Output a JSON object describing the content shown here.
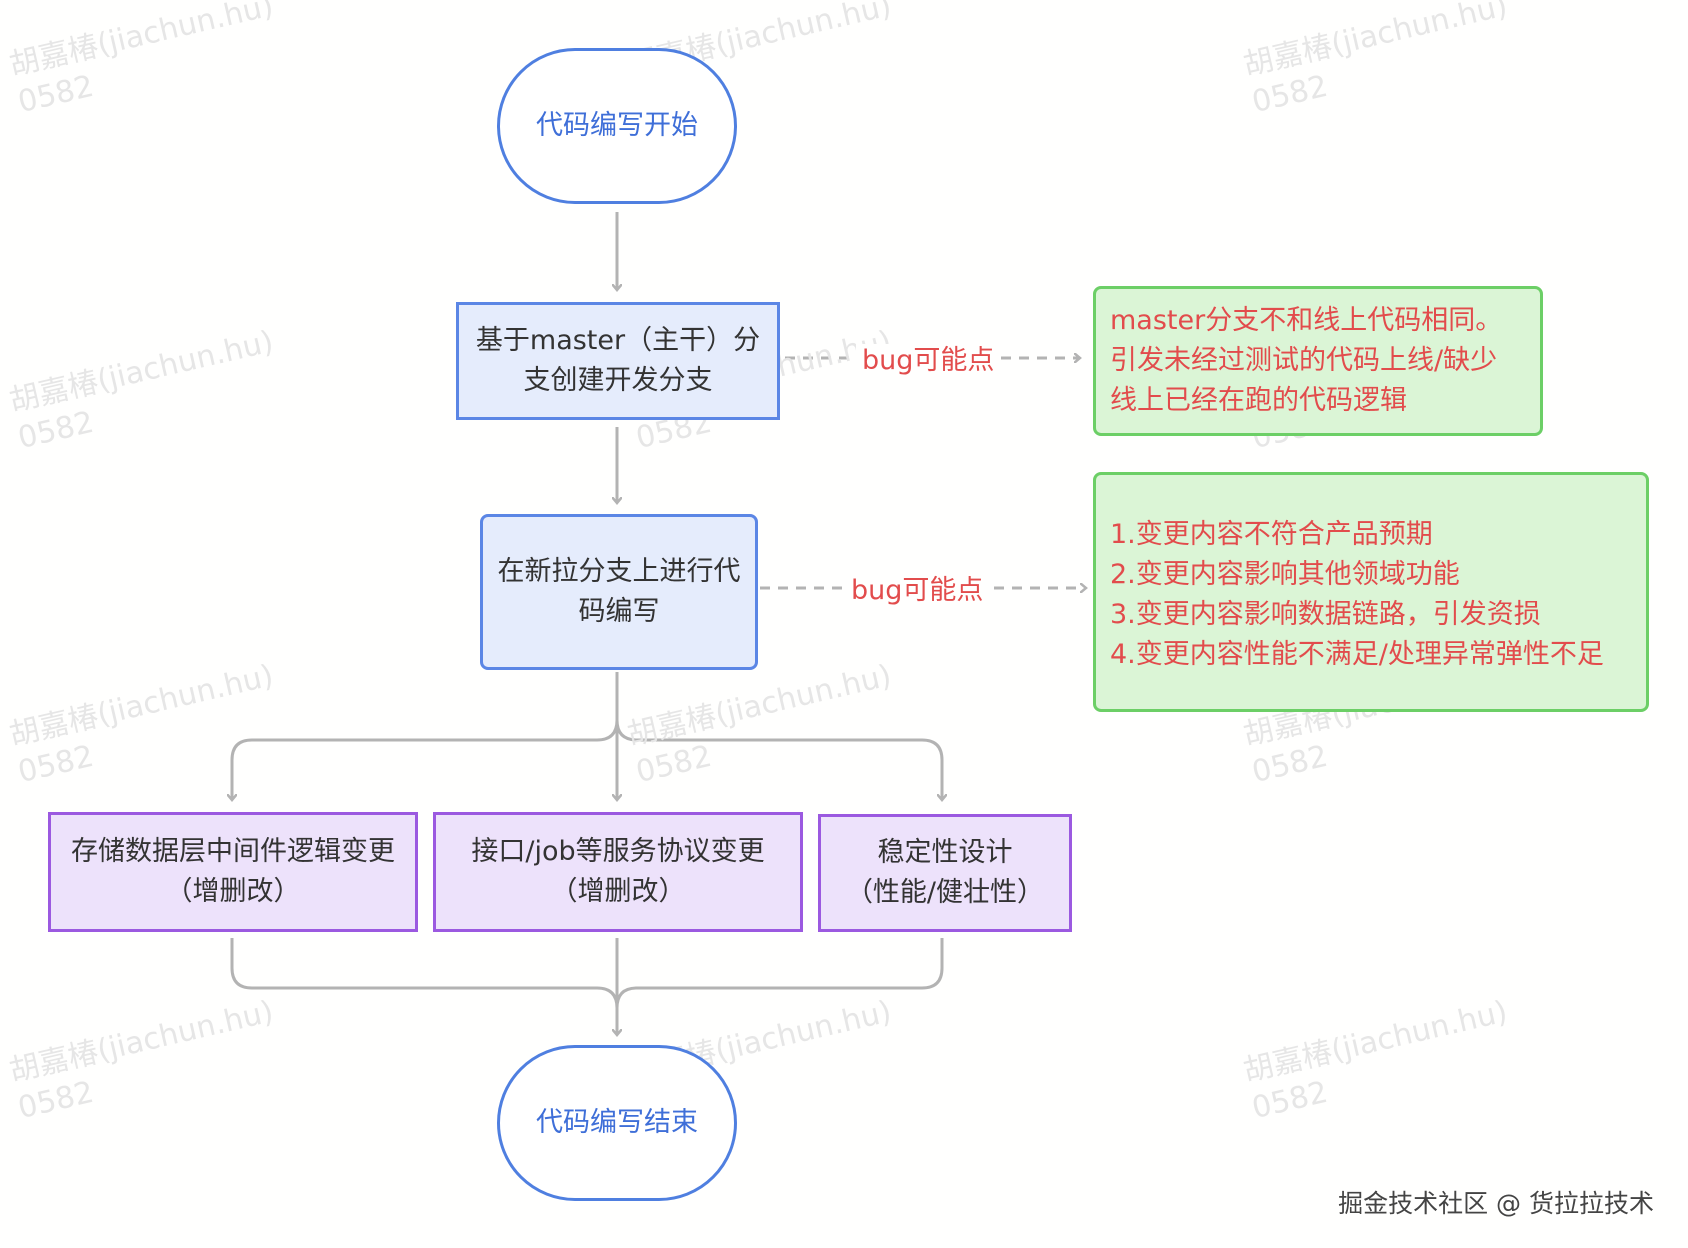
{
  "nodes": {
    "start": "代码编写开始",
    "branch_create": [
      "基于master（主干）分",
      "支创建开发分支"
    ],
    "coding": [
      "在新拉分支上进行代",
      "码编写"
    ],
    "storage_change": [
      "存储数据层中间件逻辑变更",
      "（增删改）"
    ],
    "interface_change": [
      "接口/job等服务协议变更",
      "（增删改）"
    ],
    "stability": [
      "稳定性设计",
      "（性能/健壮性）"
    ],
    "end": "代码编写结束"
  },
  "edge_labels": {
    "bug_point_1": "bug可能点",
    "bug_point_2": "bug可能点"
  },
  "notes": {
    "note_1": [
      "master分支不和线上代码相同。",
      "引发未经过测试的代码上线/缺少",
      "线上已经在跑的代码逻辑"
    ],
    "note_2": [
      "1.变更内容不符合产品预期",
      "2.变更内容影响其他领域功能",
      "3.变更内容影响数据链路，引发资损",
      "4.变更内容性能不满足/处理异常弹性不足"
    ]
  },
  "watermark": [
    "胡嘉椿(jiachun.hu)",
    "0582"
  ],
  "footer": "掘金技术社区 @ 货拉拉技术",
  "colors": {
    "connector": "#b3b3b3",
    "terminal_border": "#4f7fe0",
    "blue_box_border": "#5b86e5",
    "blue_box_fill": "#e5ecfc",
    "purple_box_border": "#9b59e0",
    "purple_box_fill": "#ede2fb",
    "note_border": "#6ccf66",
    "note_fill": "#dbf5d6",
    "bug_text": "#e24c4c"
  }
}
